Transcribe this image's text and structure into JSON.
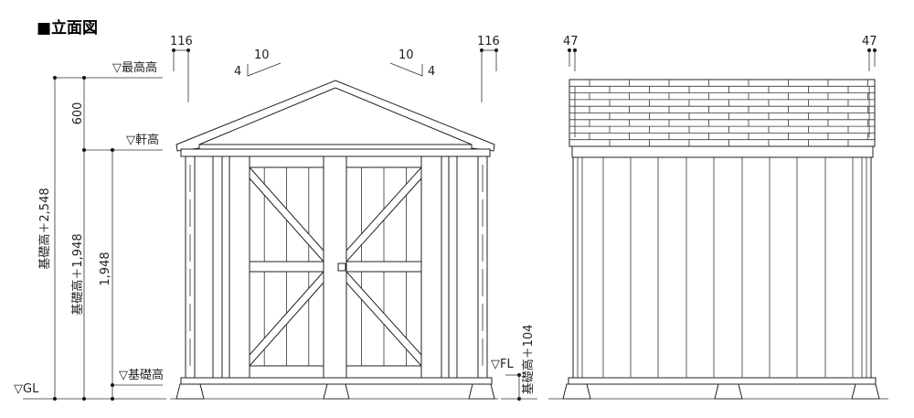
{
  "title": "■立面図",
  "front_elevation": {
    "overhang_left": "116",
    "overhang_right": "116",
    "slope_run_left": "10",
    "slope_rise_left": "4",
    "slope_run_right": "10",
    "slope_rise_right": "4",
    "level_max_height": "▽最高高",
    "level_eave_height": "▽軒高",
    "level_foundation": "▽基礎高",
    "level_gl": "▽GL",
    "level_fl": "▽FL",
    "dim_roof": "600",
    "dim_total": "基礎高＋2,548",
    "dim_eave_from_foundation": "基礎高＋1,948",
    "dim_wall": "1,948",
    "dim_floor": "基礎高＋104"
  },
  "side_elevation": {
    "overhang_left": "47",
    "overhang_right": "47"
  }
}
